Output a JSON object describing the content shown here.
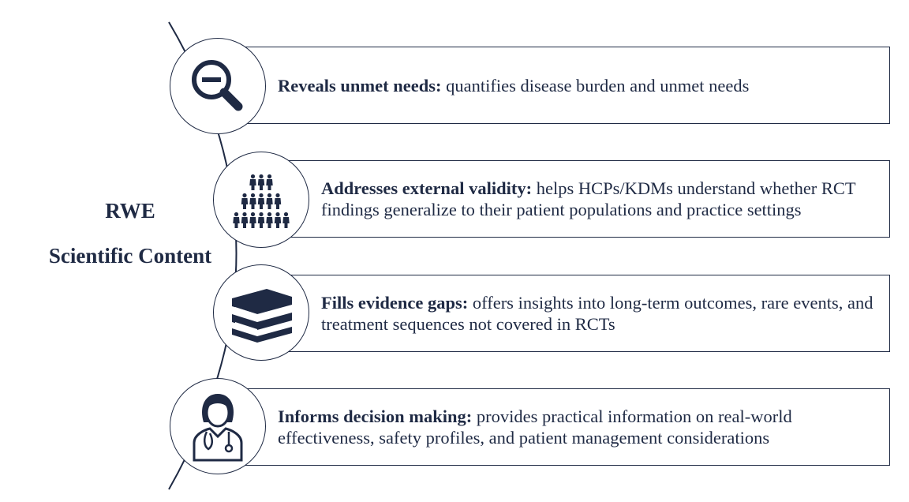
{
  "title_lines": [
    "RWE",
    "Scientific Content"
  ],
  "items": [
    {
      "icon": "magnifier-minus-icon",
      "lead": "Reveals unmet needs:",
      "text": " quantifies disease burden and unmet needs"
    },
    {
      "icon": "people-pyramid-icon",
      "lead": "Addresses external validity:",
      "text": " helps HCPs/KDMs understand whether RCT findings generalize to their patient populations and practice settings"
    },
    {
      "icon": "books-stack-icon",
      "lead": "Fills evidence gaps:",
      "text": " offers insights into long-term outcomes, rare events, and treatment sequences not covered in RCTs"
    },
    {
      "icon": "doctor-icon",
      "lead": "Informs decision making:",
      "text": " provides practical information on real-world effectiveness, safety profiles, and patient management considerations"
    }
  ],
  "colors": {
    "navy": "#1f2a44",
    "background": "#ffffff"
  }
}
